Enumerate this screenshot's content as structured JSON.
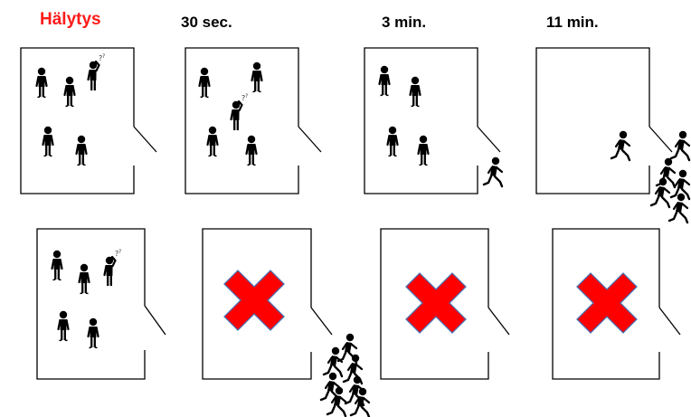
{
  "header": {
    "alarm_label": "Hälytys",
    "t1_label": "30 sec.",
    "t2_label": "3 min.",
    "t3_label": "11 min."
  },
  "colors": {
    "alarm_text": "#ff1a1a",
    "cross_fill": "#ff0000",
    "cross_stroke": "#4a6fb0",
    "figure": "#000000"
  },
  "icons": [
    "person-icon",
    "confused-person-icon",
    "walking-person-icon",
    "red-cross-icon"
  ]
}
